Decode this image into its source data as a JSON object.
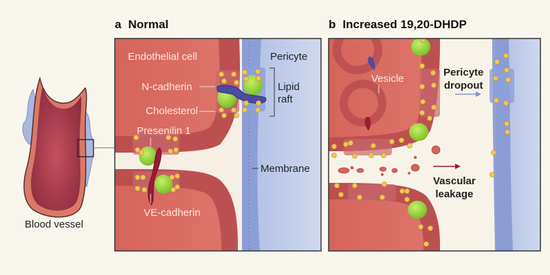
{
  "figure": {
    "overview": {
      "label": "Blood vessel"
    },
    "panel_a": {
      "letter": "a",
      "title": "Normal",
      "labels": {
        "endothelial_cell": "Endothelial cell",
        "pericyte": "Pericyte",
        "n_cadherin": "N-cadherin",
        "lipid_raft": "Lipid raft",
        "cholesterol": "Cholesterol",
        "presenilin": "Presenilin 1",
        "membrane": "Membrane",
        "ve_cadherin": "VE-cadherin"
      }
    },
    "panel_b": {
      "letter": "b",
      "title": "Increased 19,20-DHDP",
      "labels": {
        "vesicle": "Vesicle",
        "pericyte_dropout_1": "Pericyte",
        "pericyte_dropout_2": "dropout",
        "vascular_leakage_1": "Vascular",
        "vascular_leakage_2": "leakage"
      }
    },
    "colors": {
      "background": "#f9f6ee",
      "endothelial": "#d9695f",
      "endothelial_membrane": "#b24a4e",
      "pericyte": "#b9c6e6",
      "pericyte_membrane": "#7f93cf",
      "cholesterol": "#f2c75a",
      "presenilin": "#8fd13a",
      "n_cadherin": "#4a4aa0",
      "ve_cadherin": "#9b1b33"
    }
  }
}
